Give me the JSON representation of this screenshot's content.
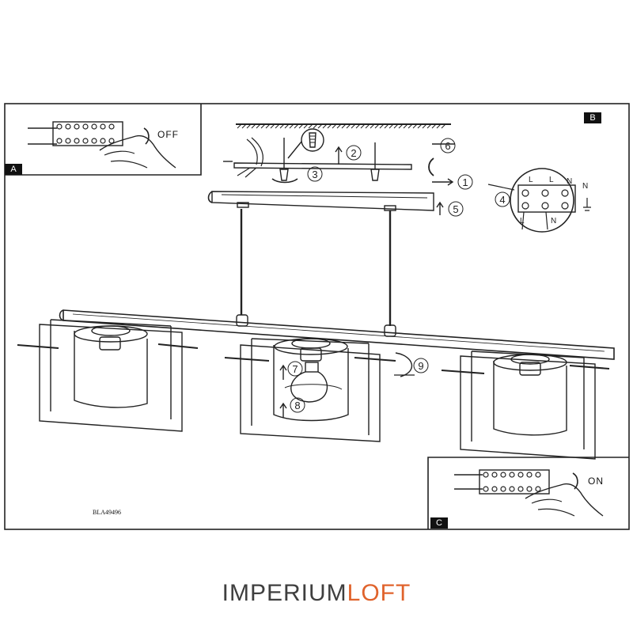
{
  "panels": {
    "a": {
      "letter": "A",
      "switch_text": "OFF"
    },
    "b": {
      "letter": "B"
    },
    "c": {
      "letter": "C",
      "switch_text": "ON"
    }
  },
  "model_code": "BLA49496",
  "steps": [
    "1",
    "2",
    "3",
    "4",
    "5",
    "6",
    "7",
    "8",
    "9"
  ],
  "wiring_letters": {
    "top": [
      "L",
      "L",
      "N",
      "N"
    ],
    "bottom": [
      "L",
      "N"
    ]
  },
  "brand": {
    "part1": "IMPERIUM",
    "part2": "LOFT",
    "accent_color": "#e0632c"
  }
}
